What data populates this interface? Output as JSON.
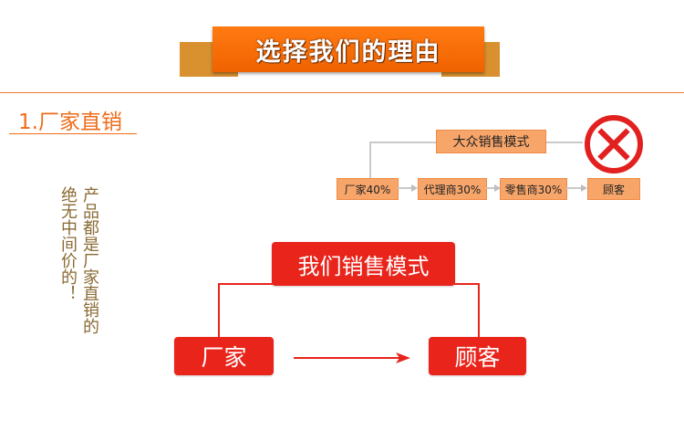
{
  "header": {
    "title": "选择我们的理由"
  },
  "section": {
    "title": "1.厂家直销"
  },
  "side_text": {
    "col1": "产品都是厂家直销的",
    "col2": "绝无中间价的！"
  },
  "public_mode": {
    "title": "大众销售模式",
    "steps": [
      "厂家40%",
      "代理商30%",
      "零售商30%",
      "顾客"
    ]
  },
  "our_mode": {
    "title": "我们销售模式",
    "factory": "厂家",
    "customer": "顾客"
  },
  "colors": {
    "accent": "#ef6d1a",
    "ribbon": "#f06300",
    "red": "#e8241b",
    "light_box": "#f8a56a"
  },
  "icons": [
    "reject-x-icon",
    "arrow-right-icon"
  ]
}
